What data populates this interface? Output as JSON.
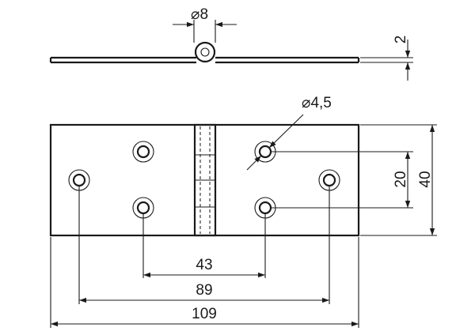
{
  "drawing": {
    "dimensions": {
      "pin_diameter": "⌀8",
      "leaf_thickness": "2",
      "hole_diameter": "⌀4,5",
      "hole_spacing_vertical": "20",
      "overall_width": "40",
      "inner_hole_spacing": "43",
      "outer_hole_spacing": "89",
      "overall_length": "109"
    }
  }
}
